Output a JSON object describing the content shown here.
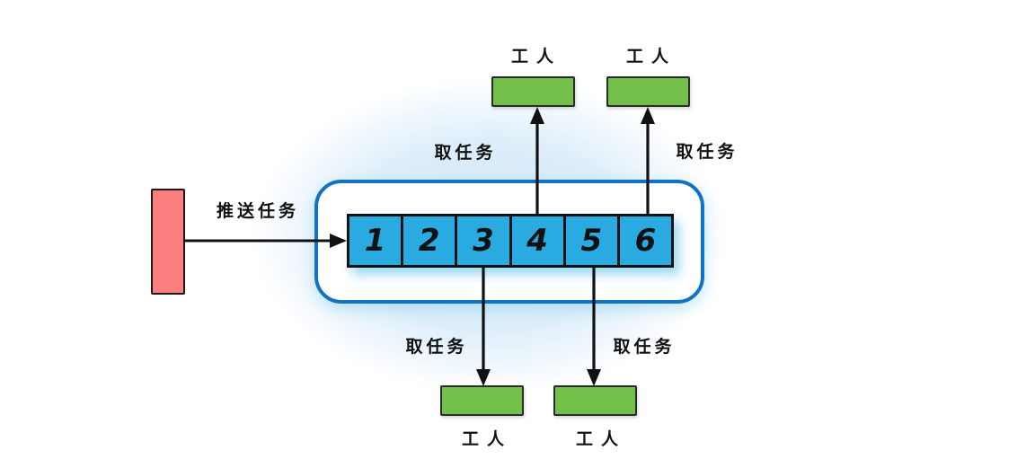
{
  "labels": {
    "push_task": "推送任务",
    "take_task": "取任务",
    "worker": "工人"
  },
  "queue": {
    "cells": [
      "1",
      "2",
      "3",
      "4",
      "5",
      "6"
    ]
  },
  "colors": {
    "queue_cell_fill": "#29abe2",
    "queue_container_border": "#1173c5",
    "worker_fill": "#72c04a",
    "producer_fill": "#fb7f7f",
    "arrow": "#111111",
    "background_glow": "#d5ebf8"
  }
}
